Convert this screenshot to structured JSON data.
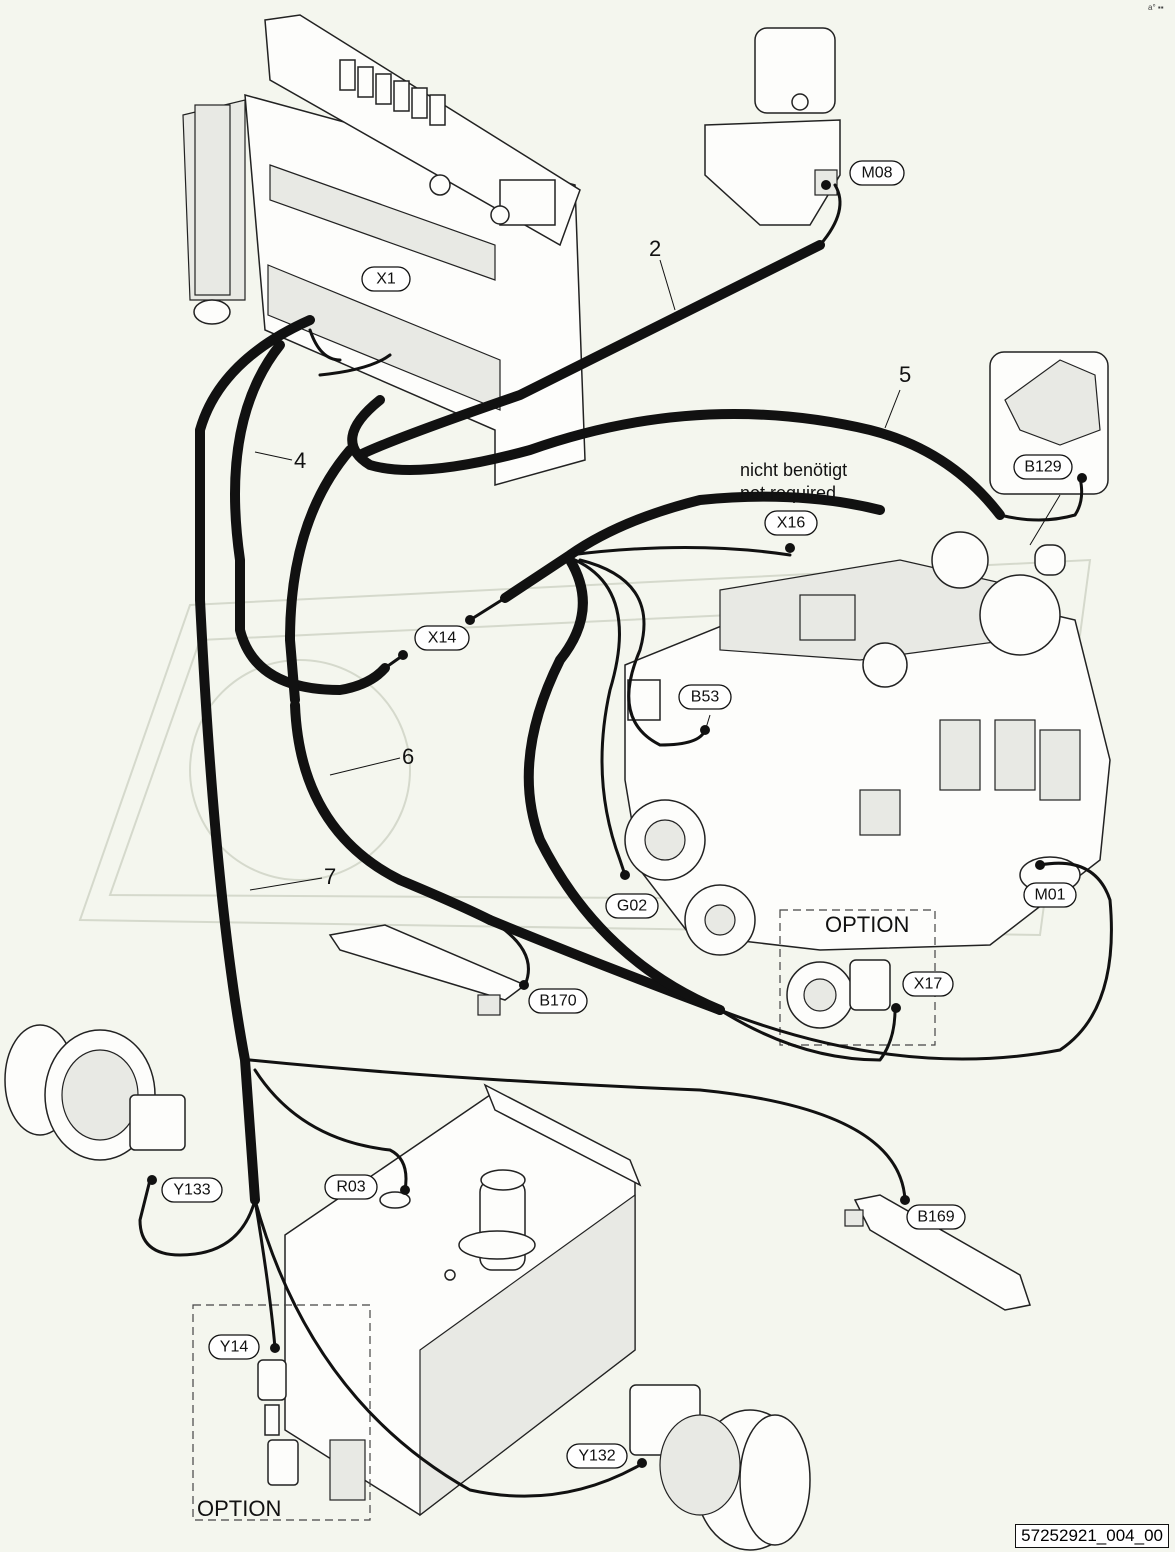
{
  "diagram": {
    "components": {
      "X1": "X1",
      "M08": "M08",
      "B129": "B129",
      "X16": "X16",
      "X14": "X14",
      "B53": "B53",
      "G02": "G02",
      "M01": "M01",
      "X17": "X17",
      "B170": "B170",
      "Y133": "Y133",
      "R03": "R03",
      "B169": "B169",
      "Y14": "Y14",
      "Y132": "Y132"
    },
    "harness_numbers": {
      "n2": "2",
      "n4": "4",
      "n5": "5",
      "n6": "6",
      "n7": "7"
    },
    "notes": {
      "line1": "nicht benötigt",
      "line2": "not required"
    },
    "option_labels": {
      "engine_option": "OPTION",
      "valve_option": "OPTION"
    },
    "reference": "57252921_004_00",
    "corner_mark": "a° ▪▪"
  }
}
